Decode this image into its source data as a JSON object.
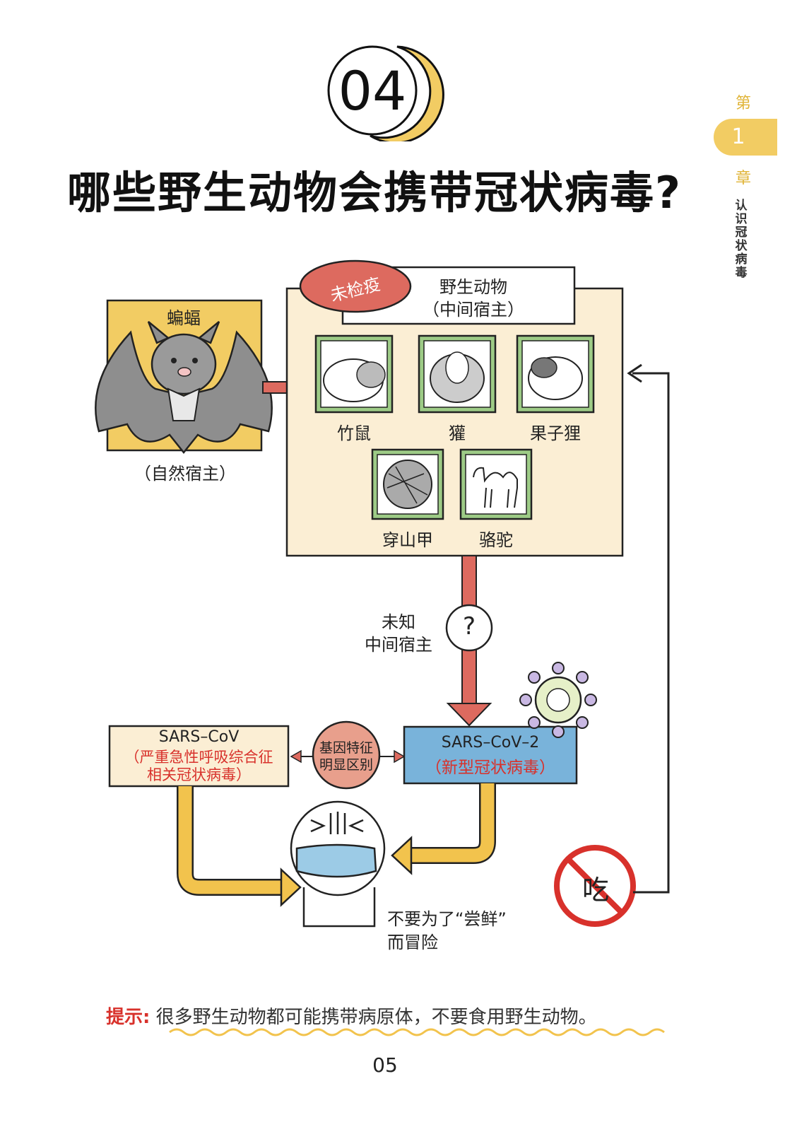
{
  "header": {
    "number": "04",
    "title": "哪些野生动物会携带冠状病毒?"
  },
  "side_tab": {
    "di": "第",
    "chapter_num": "1",
    "zhang": "章",
    "chapter_title": "认识冠状病毒"
  },
  "diagram": {
    "bat_label": "蝙蝠",
    "natural_host": "（自然宿主）",
    "unquarantined": "未检疫",
    "wild_animals": "野生动物",
    "intermediate_host": "（中间宿主）",
    "animals": [
      "竹鼠",
      "獾",
      "果子狸",
      "穿山甲",
      "骆驼"
    ],
    "unknown_host_line1": "未知",
    "unknown_host_line2": "中间宿主",
    "question_mark": "?",
    "sars_name": "SARS–CoV",
    "sars_desc_line1": "（严重急性呼吸综合征",
    "sars_desc_line2": "相关冠状病毒）",
    "genetic_line1": "基因特征",
    "genetic_line2": "明显区别",
    "cov2_name": "SARS–CoV–2",
    "cov2_desc": "（新型冠状病毒）",
    "warning_line1": "不要为了“尝鲜”",
    "warning_line2": "而冒险",
    "no_eat": "吃"
  },
  "tip": {
    "head": "提示:",
    "text": "很多野生动物都可能携带病原体，不要食用野生动物。"
  },
  "page_number": "05",
  "colors": {
    "accent_yellow": "#f2cc63",
    "box_beige": "#fbeed4",
    "animal_green": "#9dcb86",
    "arrow_red": "#dd6a5f",
    "virus_blue": "#79b3da",
    "alert_red": "#d8312b",
    "bat_gray": "#8e8e8e",
    "yellow_arrow": "#f2c34d"
  }
}
